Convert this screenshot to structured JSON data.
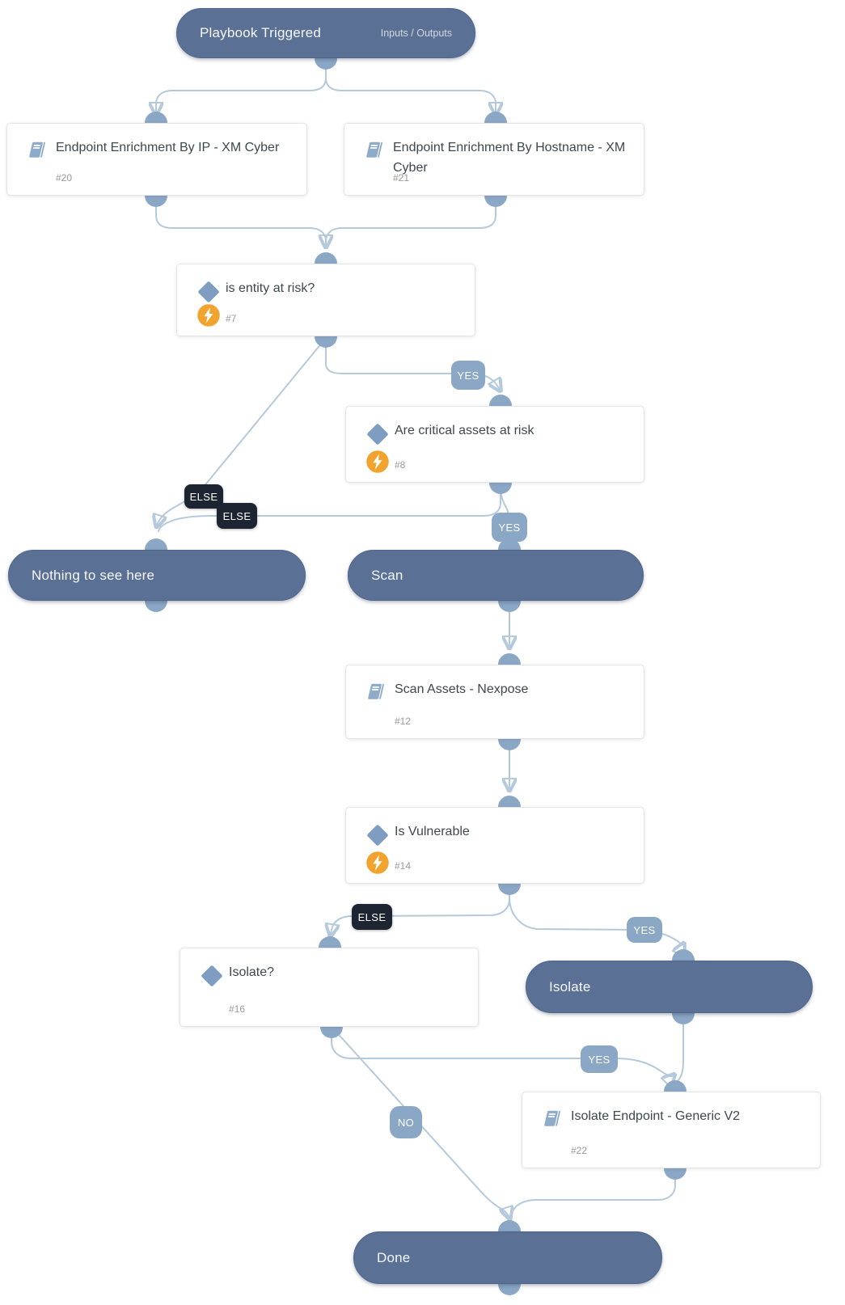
{
  "nodes": {
    "start": {
      "label": "Playbook Triggered",
      "secondary": "Inputs / Outputs"
    },
    "enrich_ip": {
      "title": "Endpoint Enrichment By IP - XM Cyber",
      "id": "#20"
    },
    "enrich_hostname": {
      "title": "Endpoint Enrichment By Hostname - XM Cyber",
      "id": "#21"
    },
    "is_entity_at_risk": {
      "title": "is entity at risk?",
      "id": "#7"
    },
    "critical_assets_at_risk": {
      "title": "Are critical assets at risk",
      "id": "#8"
    },
    "nothing_to_see": {
      "label": "Nothing to see here"
    },
    "scan": {
      "label": "Scan"
    },
    "scan_assets": {
      "title": "Scan Assets - Nexpose",
      "id": "#12"
    },
    "is_vulnerable": {
      "title": "Is Vulnerable",
      "id": "#14"
    },
    "isolate_q": {
      "title": "Isolate?",
      "id": "#16"
    },
    "isolate": {
      "label": "Isolate"
    },
    "isolate_endpoint": {
      "title": "Isolate Endpoint - Generic V2",
      "id": "#22"
    },
    "done": {
      "label": "Done"
    }
  },
  "edge_labels": {
    "yes1": "YES",
    "yes2": "YES",
    "yes3": "YES",
    "yes4": "YES",
    "else1": "ELSE",
    "else2": "ELSE",
    "else3": "ELSE",
    "no1": "NO"
  },
  "colors": {
    "pill_fill": "#5a7094",
    "connector": "#8ba7c6",
    "edge_line": "#b5c9dc",
    "yes_badge": "#8ba7c6",
    "else_badge": "#1c2531",
    "automation_icon": "#f0a42f",
    "condition_icon": "#7f9dc1",
    "card_title_text": "#3f474f",
    "card_id_text": "#97999c"
  }
}
